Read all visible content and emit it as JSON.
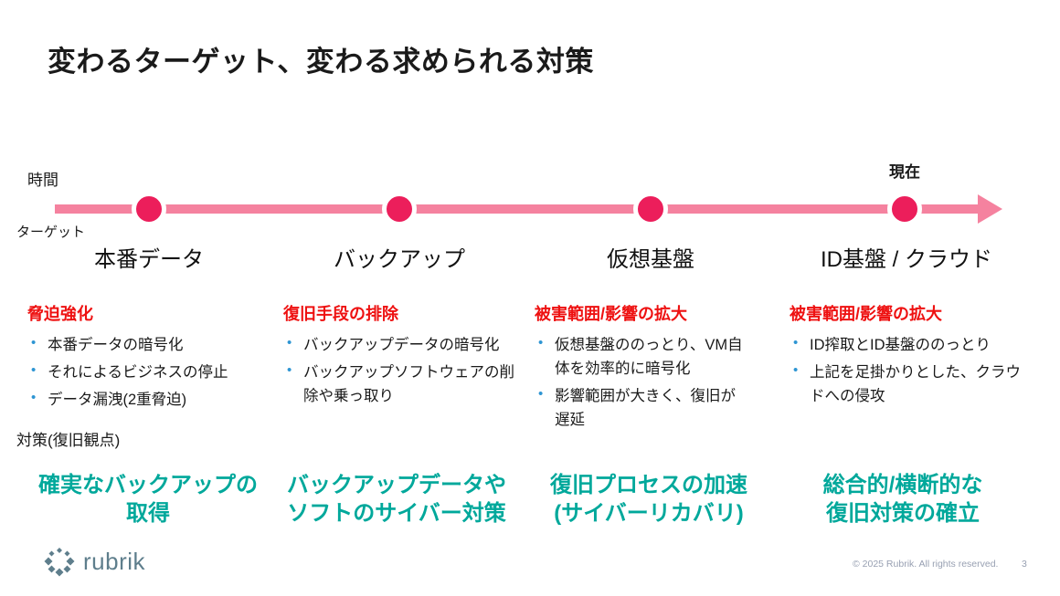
{
  "title": "変わるターゲット、変わる求められる対策",
  "timeline": {
    "time_label": "時間",
    "target_axis_label": "ターゲット",
    "now_label": "現在"
  },
  "columns": [
    {
      "target": "本番データ",
      "threat_title": "脅迫強化",
      "bullets": [
        "本番データの暗号化",
        "それによるビジネスの停止",
        "データ漏洩(2重脅迫)"
      ],
      "measure_line1": "確実なバックアップの",
      "measure_line2": "取得"
    },
    {
      "target": "バックアップ",
      "threat_title": "復旧手段の排除",
      "bullets": [
        "バックアップデータの暗号化",
        "バックアップソフトウェアの削除や乗っ取り"
      ],
      "measure_line1": "バックアップデータや",
      "measure_line2": "ソフトのサイバー対策"
    },
    {
      "target": "仮想基盤",
      "threat_title": "被害範囲/影響の拡大",
      "bullets": [
        "仮想基盤ののっとり、VM自体を効率的に暗号化",
        "影響範囲が大きく、復旧が遅延"
      ],
      "measure_line1": "復旧プロセスの加速",
      "measure_line2": "(サイバーリカバリ)"
    },
    {
      "target": "ID基盤 / クラウド",
      "threat_title": "被害範囲/影響の拡大",
      "bullets": [
        "ID搾取とID基盤ののっとり",
        "上記を足掛かりとした、クラウドへの侵攻"
      ],
      "measure_line1": "総合的/横断的な",
      "measure_line2": "復旧対策の確立"
    }
  ],
  "measures_label": "対策(復旧観点)",
  "footer": {
    "logo_text": "rubrik",
    "copyright": "© 2025 Rubrik. All rights reserved.",
    "page_number": "3"
  },
  "colors": {
    "accent_red": "#EE1111",
    "accent_teal": "#00A89B",
    "timeline_pink": "#F5829F",
    "dot_pink": "#EC1E5B",
    "bullet_blue": "#2E95D3",
    "logo_slate": "#5E7E8C"
  }
}
